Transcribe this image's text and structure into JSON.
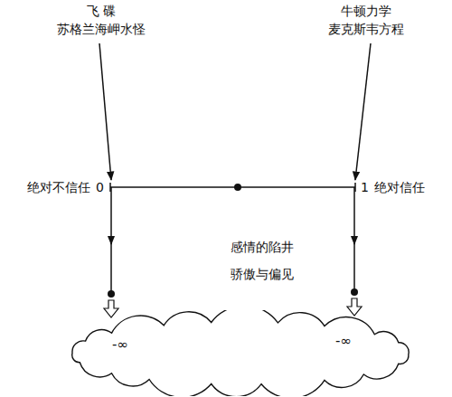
{
  "diagram": {
    "nodes": [
      {
        "text": [
          "-∞",
          "-∞"
        ]
      }
    ],
    "labels": [
      "飞 碟",
      "苏格兰海岬水怪",
      "牛顿力学",
      "麦克斯韦方程",
      "绝对不信任",
      "0",
      "1",
      "绝对信任",
      "感情的陷井",
      "骄傲与偏见"
    ]
  }
}
